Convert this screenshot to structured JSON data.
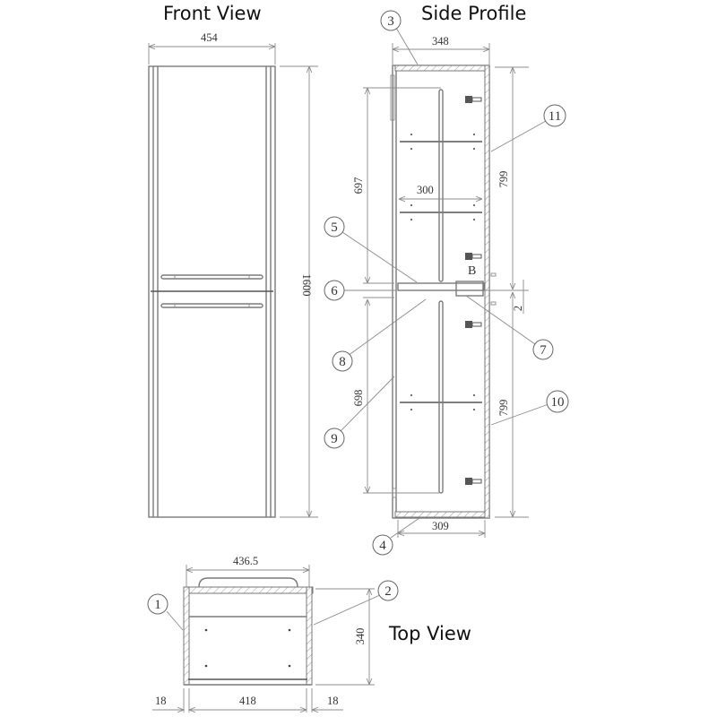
{
  "views": {
    "front": {
      "title": "Front View",
      "width_label": "454",
      "height_label": "1600"
    },
    "side": {
      "title": "Side Profile",
      "top_depth_label": "348",
      "inner_depth_label": "300",
      "bottom_depth_label": "309",
      "upper_door_label": "697",
      "lower_door_label": "698",
      "upper_section_label": "799",
      "lower_section_label": "799",
      "gap_label": "2",
      "detail_label": "B"
    },
    "top": {
      "title": "Top View",
      "overall_width_label": "436.5",
      "depth_label": "340",
      "left_panel_label": "18",
      "inner_width_label": "418",
      "right_panel_label": "18"
    }
  },
  "callouts": [
    {
      "num": "1"
    },
    {
      "num": "2"
    },
    {
      "num": "3"
    },
    {
      "num": "4"
    },
    {
      "num": "5"
    },
    {
      "num": "6"
    },
    {
      "num": "7"
    },
    {
      "num": "8"
    },
    {
      "num": "9"
    },
    {
      "num": "10"
    },
    {
      "num": "11"
    }
  ],
  "colors": {
    "line": "#7a7a7a",
    "text": "#333333",
    "background": "#ffffff"
  }
}
